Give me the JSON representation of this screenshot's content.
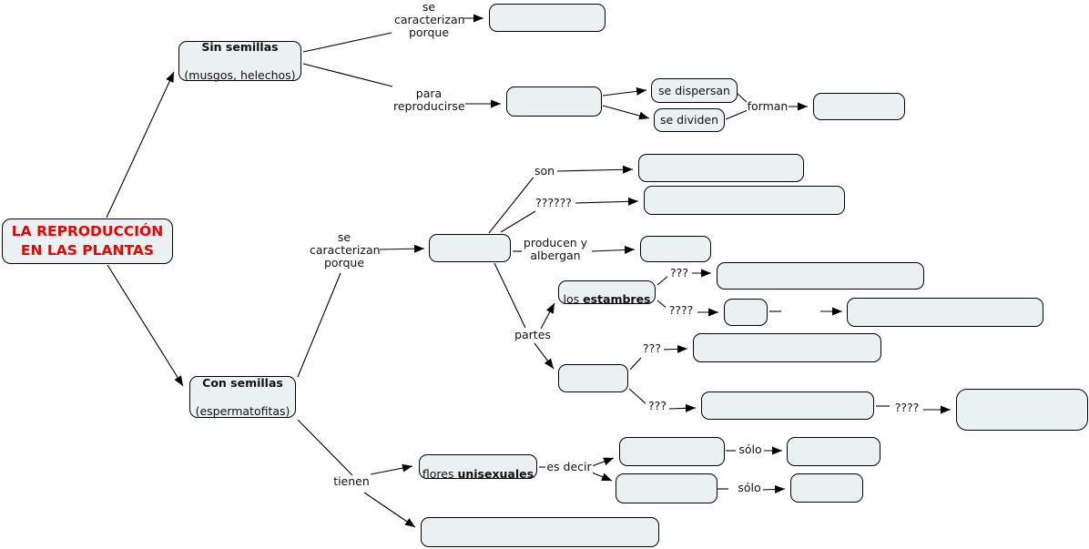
{
  "colors": {
    "node_fill": "#eaf1f3",
    "node_border": "#000000",
    "title_text": "#ee0000",
    "line": "#000000"
  },
  "title": {
    "text": "LA REPRODUCCIÓN\nEN LAS PLANTAS"
  },
  "nodes": {
    "sin_semillas": {
      "bold": "Sin semillas",
      "sub": "(musgos, helechos)"
    },
    "con_semillas": {
      "bold": "Con semillas",
      "sub": "(espermatofitas)"
    },
    "se_dispersan": {
      "text": "se dispersan"
    },
    "se_dividen": {
      "text": "se dividen"
    },
    "los_estambres": {
      "pre": "los ",
      "bold": "estambres"
    },
    "flores_unisexuales": {
      "pre": "flores ",
      "bold": "unisexuales"
    }
  },
  "links": {
    "se_caracterizan_sin": "se\ncaracterizan\nporque",
    "para_reproducirse": "para\nreproducirse",
    "forman": "forman",
    "se_caracterizan_con": "se\ncaracterizan\nporque",
    "son": "son",
    "q6": "??????",
    "producen_albergan": "producen y\nalbergan",
    "partes": "partes",
    "q3_estambres": "???",
    "q4_estambres": "????",
    "q3_pistilo_a": "???",
    "q3_pistilo_b": "???",
    "q4_pistilo": "????",
    "tienen": "tienen",
    "es_decir": "es decir",
    "solo_a": "sólo",
    "solo_b": "sólo"
  }
}
